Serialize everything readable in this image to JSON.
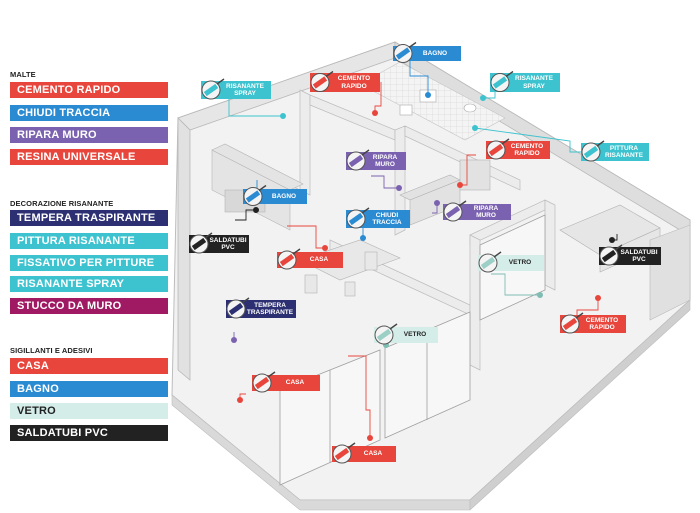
{
  "colors": {
    "red": "#e8463c",
    "blue": "#2a8bd3",
    "purple": "#7b62b0",
    "navy": "#2c2f72",
    "cyan": "#3cc3cf",
    "magenta": "#a01a63",
    "pale": "#d4ede9",
    "black": "#222222"
  },
  "legend": {
    "sections": [
      {
        "title": "MALTE",
        "items": [
          {
            "label": "CEMENTO RAPIDO",
            "color": "#e8463c"
          },
          {
            "label": "CHIUDI TRACCIA",
            "color": "#2a8bd3"
          },
          {
            "label": "RIPARA MURO",
            "color": "#7b62b0"
          },
          {
            "label": "RESINA UNIVERSALE",
            "color": "#e8463c"
          }
        ]
      },
      {
        "title": "DECORAZIONE RISANANTE",
        "items": [
          {
            "label": "TEMPERA TRASPIRANTE",
            "color": "#2c2f72"
          },
          {
            "label": "PITTURA RISANANTE",
            "color": "#3cc3cf"
          },
          {
            "label": "FISSATIVO PER PITTURE",
            "color": "#3cc3cf"
          },
          {
            "label": "RISANANTE SPRAY",
            "color": "#3cc3cf"
          },
          {
            "label": "STUCCO DA MURO",
            "color": "#a01a63"
          }
        ]
      },
      {
        "title": "SIGILLANTI E ADESIVI",
        "items": [
          {
            "label": "CASA",
            "color": "#e8463c"
          },
          {
            "label": "BAGNO",
            "color": "#2a8bd3"
          },
          {
            "label": "VETRO",
            "color": "#d4ede9"
          },
          {
            "label": "SALDATUBI PVC",
            "color": "#222222"
          }
        ]
      }
    ]
  },
  "tags": [
    {
      "label": "BAGNO",
      "color": "#2a8bd3",
      "icon": "tube-icon"
    },
    {
      "label": "CEMENTO\nRAPIDO",
      "color": "#e8463c",
      "icon": "tube-icon"
    },
    {
      "label": "RISANANTE\nSPRAY",
      "color": "#3cc3cf",
      "icon": "spray-can-icon"
    },
    {
      "label": "RISANANTE\nSPRAY",
      "color": "#3cc3cf",
      "icon": "spray-can-icon"
    },
    {
      "label": "CEMENTO\nRAPIDO",
      "color": "#e8463c",
      "icon": "tube-icon"
    },
    {
      "label": "PITTURA\nRISANANTE",
      "color": "#3cc3cf",
      "icon": "paint-can-icon"
    },
    {
      "label": "RIPARA\nMURO",
      "color": "#7b62b0",
      "icon": "tube-icon"
    },
    {
      "label": "CHIUDI\nTRACCIA",
      "color": "#2a8bd3",
      "icon": "tube-icon"
    },
    {
      "label": "RIPARA\nMURO",
      "color": "#7b62b0",
      "icon": "tube-icon"
    },
    {
      "label": "BAGNO",
      "color": "#2a8bd3",
      "icon": "caulk-gun-icon"
    },
    {
      "label": "SALDATUBI\nPVC",
      "color": "#222222",
      "icon": "glue-can-icon"
    },
    {
      "label": "CASA",
      "color": "#e8463c",
      "icon": "caulk-gun-icon"
    },
    {
      "label": "SALDATUBI\nPVC",
      "color": "#222222",
      "icon": "glue-can-icon"
    },
    {
      "label": "VETRO",
      "color": "#d4ede9",
      "icon": "caulk-gun-icon"
    },
    {
      "label": "TEMPERA\nTRASPIRANTE",
      "color": "#2c2f72",
      "icon": "paint-can-icon"
    },
    {
      "label": "CEMENTO\nRAPIDO",
      "color": "#e8463c",
      "icon": "tube-icon"
    },
    {
      "label": "VETRO",
      "color": "#d4ede9",
      "icon": "caulk-gun-icon"
    },
    {
      "label": "CASA",
      "color": "#e8463c",
      "icon": "caulk-gun-icon"
    },
    {
      "label": "CASA",
      "color": "#e8463c",
      "icon": "caulk-gun-icon"
    }
  ]
}
